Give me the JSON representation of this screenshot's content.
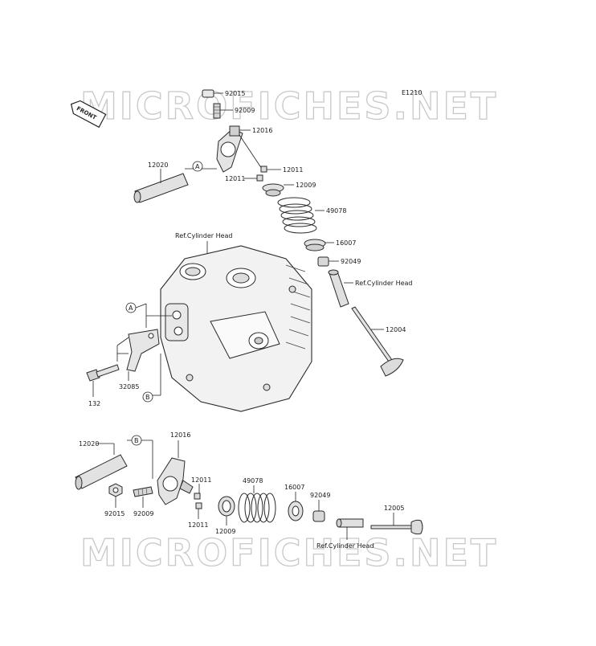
{
  "diagram": {
    "code": "E1210",
    "watermark": "MICROFICHES.NET",
    "front_label": "FRONT",
    "ref_cylinder_head": "Ref.Cylinder Head",
    "ref_cylinder_head_spaced": "Ref.Cylinder Head",
    "ref_cylinder_head_lower": "Ref.Cylinder Head",
    "callouts": {
      "a": "A",
      "b": "B"
    },
    "parts": {
      "p92015_top": "92015",
      "p92009_top": "92009",
      "p12016_top": "12016",
      "p12020_top": "12020",
      "p12011_top_right": "12011",
      "p12011_top_left": "12011",
      "p12009_top": "12009",
      "p49078_top": "49078",
      "p16007_top": "16007",
      "p92049_top": "92049",
      "p12004": "12004",
      "p132": "132",
      "p32085": "32085",
      "p12020_bot": "12020",
      "p12016_bot": "12016",
      "p12011_bot_top": "12011",
      "p12011_bot_bottom": "12011",
      "p92015_bot": "92015",
      "p92009_bot": "92009",
      "p12009_bot": "12009",
      "p49078_bot": "49078",
      "p16007_bot": "16007",
      "p92049_bot": "92049",
      "p12005": "12005"
    }
  }
}
